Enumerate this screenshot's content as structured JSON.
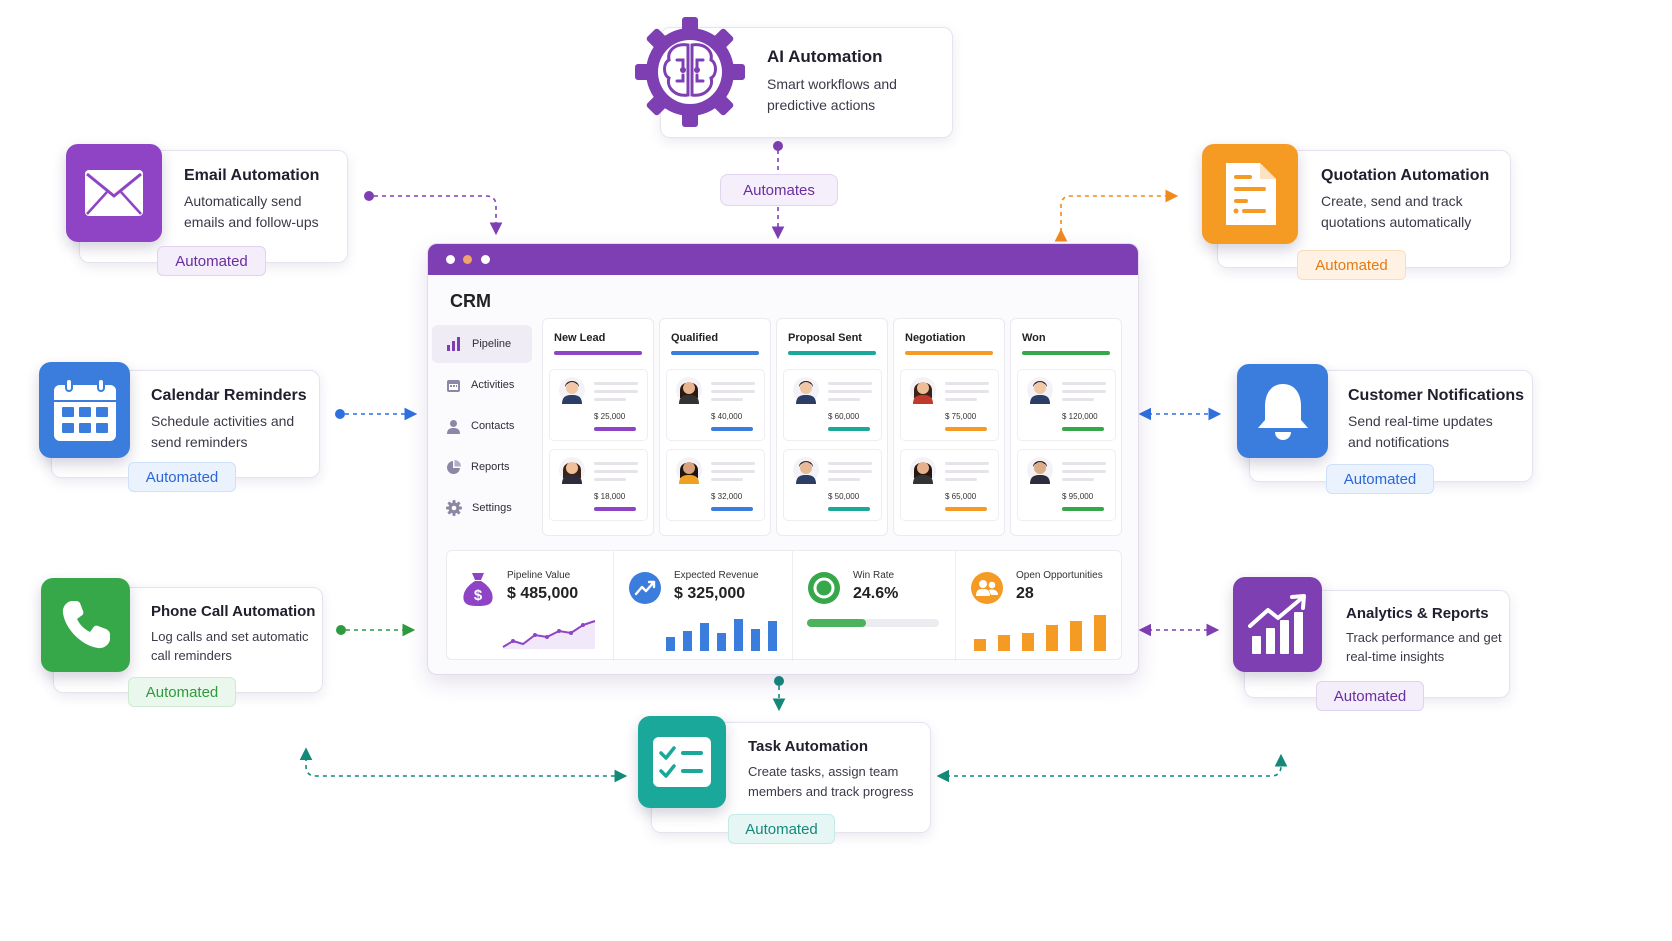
{
  "hub": {
    "title": "CRM",
    "window_dots": [
      "#ffffff",
      "#f0a46a",
      "#ffffff"
    ],
    "sidebar": [
      {
        "label": "Pipeline",
        "icon": "bar-chart-icon",
        "active": true
      },
      {
        "label": "Activities",
        "icon": "calendar-icon",
        "active": false
      },
      {
        "label": "Contacts",
        "icon": "person-icon",
        "active": false
      },
      {
        "label": "Reports",
        "icon": "pie-chart-icon",
        "active": false
      },
      {
        "label": "Settings",
        "icon": "gear-icon",
        "active": false
      }
    ],
    "pipeline": [
      {
        "stage": "New Lead",
        "color": "#8e44c4",
        "leads": [
          {
            "amount": "$ 25,000"
          },
          {
            "amount": "$ 18,000"
          }
        ]
      },
      {
        "stage": "Qualified",
        "color": "#3b7ddd",
        "leads": [
          {
            "amount": "$ 40,000"
          },
          {
            "amount": "$ 32,000"
          }
        ]
      },
      {
        "stage": "Proposal Sent",
        "color": "#1aa89a",
        "leads": [
          {
            "amount": "$ 60,000"
          },
          {
            "amount": "$ 50,000"
          }
        ]
      },
      {
        "stage": "Negotiation",
        "color": "#f59a23",
        "leads": [
          {
            "amount": "$ 75,000"
          },
          {
            "amount": "$ 65,000"
          }
        ]
      },
      {
        "stage": "Won",
        "color": "#37a84a",
        "leads": [
          {
            "amount": "$ 120,000"
          },
          {
            "amount": "$ 95,000"
          }
        ]
      }
    ],
    "stats": [
      {
        "label": "Pipeline Value",
        "value": "$ 485,000",
        "icon": "money-bag-icon",
        "color": "#8e44c4"
      },
      {
        "label": "Expected Revenue",
        "value": "$ 325,000",
        "icon": "trend-up-icon",
        "color": "#3b7ddd"
      },
      {
        "label": "Win Rate",
        "value": "24.6%",
        "icon": "target-ring-icon",
        "color": "#37a84a",
        "progress": 0.45
      },
      {
        "label": "Open Opportunities",
        "value": "28",
        "icon": "people-icon",
        "color": "#f59a23"
      }
    ]
  },
  "connector_label": "Automates",
  "ai": {
    "title": "AI Automation",
    "description": "Smart workflows and predictive actions",
    "icon": "brain-gear-icon",
    "color": "#7e3fb2"
  },
  "features": {
    "email": {
      "title": "Email Automation",
      "description": "Automatically send emails and follow-ups",
      "badge": "Automated",
      "icon": "envelope-icon",
      "color": "#8e44c4"
    },
    "calendar": {
      "title": "Calendar Reminders",
      "description": "Schedule activities and send reminders",
      "badge": "Automated",
      "icon": "calendar-icon",
      "color": "#3b7ddd"
    },
    "phone": {
      "title": "Phone Call Automation",
      "description": "Log calls and set automatic call reminders",
      "badge": "Automated",
      "icon": "phone-icon",
      "color": "#37a84a"
    },
    "quotation": {
      "title": "Quotation Automation",
      "description": "Create, send and track quotations automatically",
      "badge": "Automated",
      "icon": "document-icon",
      "color": "#f59a23"
    },
    "notifications": {
      "title": "Customer Notifications",
      "description": "Send real-time updates and notifications",
      "badge": "Automated",
      "icon": "bell-icon",
      "color": "#3b7ddd"
    },
    "analytics": {
      "title": "Analytics & Reports",
      "description": "Track performance and get real-time insights",
      "badge": "Automated",
      "icon": "bar-growth-icon",
      "color": "#7e3fb2"
    },
    "task": {
      "title": "Task Automation",
      "description": "Create tasks, assign team members and track progress",
      "badge": "Automated",
      "icon": "checklist-icon",
      "color": "#1aa89a"
    }
  }
}
